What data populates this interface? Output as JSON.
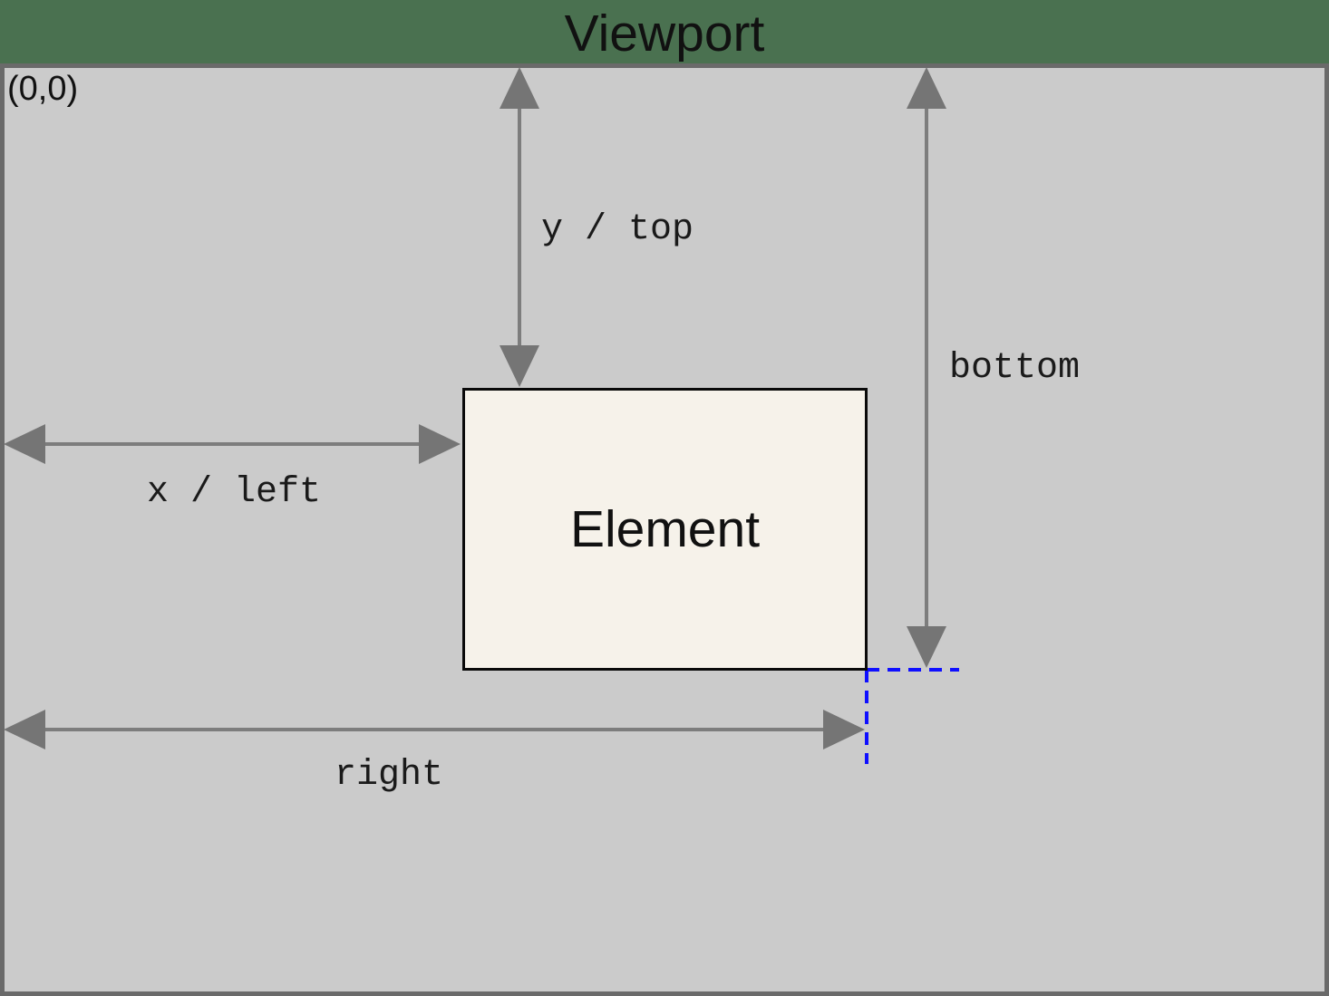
{
  "title": "Viewport",
  "origin_label": "(0,0)",
  "element_label": "Element",
  "measure_labels": {
    "y_top": "y / top",
    "bottom": "bottom",
    "x_left": "x / left",
    "right": "right"
  },
  "colors": {
    "header_green": "#4a7150",
    "viewport_gray": "#cbcbcb",
    "border_gray": "#6a6a6a",
    "arrow_gray": "#757575",
    "arrow_line_gray": "#7d7d7d",
    "element_fill": "#f6f2ea",
    "element_border": "#0a0a0a",
    "guide_blue": "#0f0fff",
    "text_black": "#111111"
  }
}
